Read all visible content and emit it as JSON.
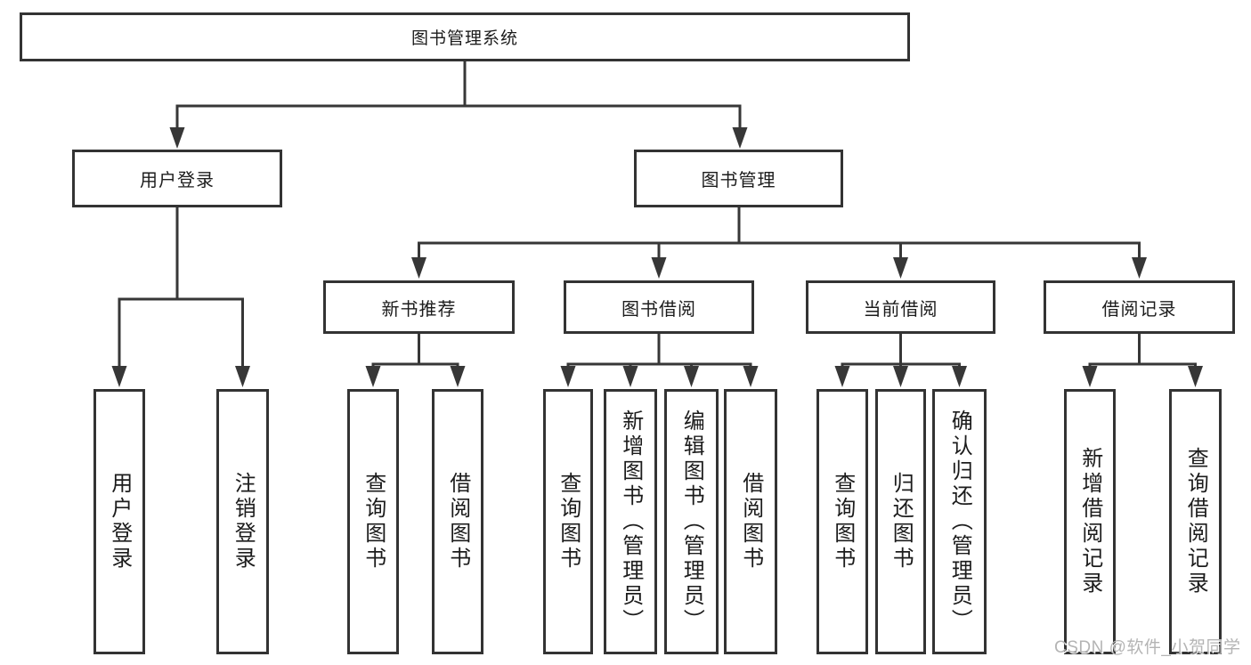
{
  "diagram": {
    "type": "hierarchy-tree",
    "nodes": {
      "root": "图书管理系统",
      "user_login": "用户登录",
      "book_mgmt": "图书管理",
      "new_books": "新书推荐",
      "book_borrow": "图书借阅",
      "current_borrow": "当前借阅",
      "borrow_records": "借阅记录"
    },
    "leaves": {
      "user_login": [
        "用户登录",
        "注销登录"
      ],
      "new_books": [
        "查询图书",
        "借阅图书"
      ],
      "book_borrow": [
        "查询图书",
        "新增图书（管理员）",
        "编辑图书（管理员）",
        "借阅图书"
      ],
      "current_borrow": [
        "查询图书",
        "归还图书",
        "确认归还（管理员）"
      ],
      "borrow_records": [
        "新增借阅记录",
        "查询借阅记录"
      ]
    },
    "watermark": "CSDN @软件_小贺同学",
    "colors": {
      "line": "#373737",
      "box_border": "#333333",
      "text": "#1c1c1c",
      "watermark": "#b4b4b4",
      "background": "#ffffff"
    }
  }
}
